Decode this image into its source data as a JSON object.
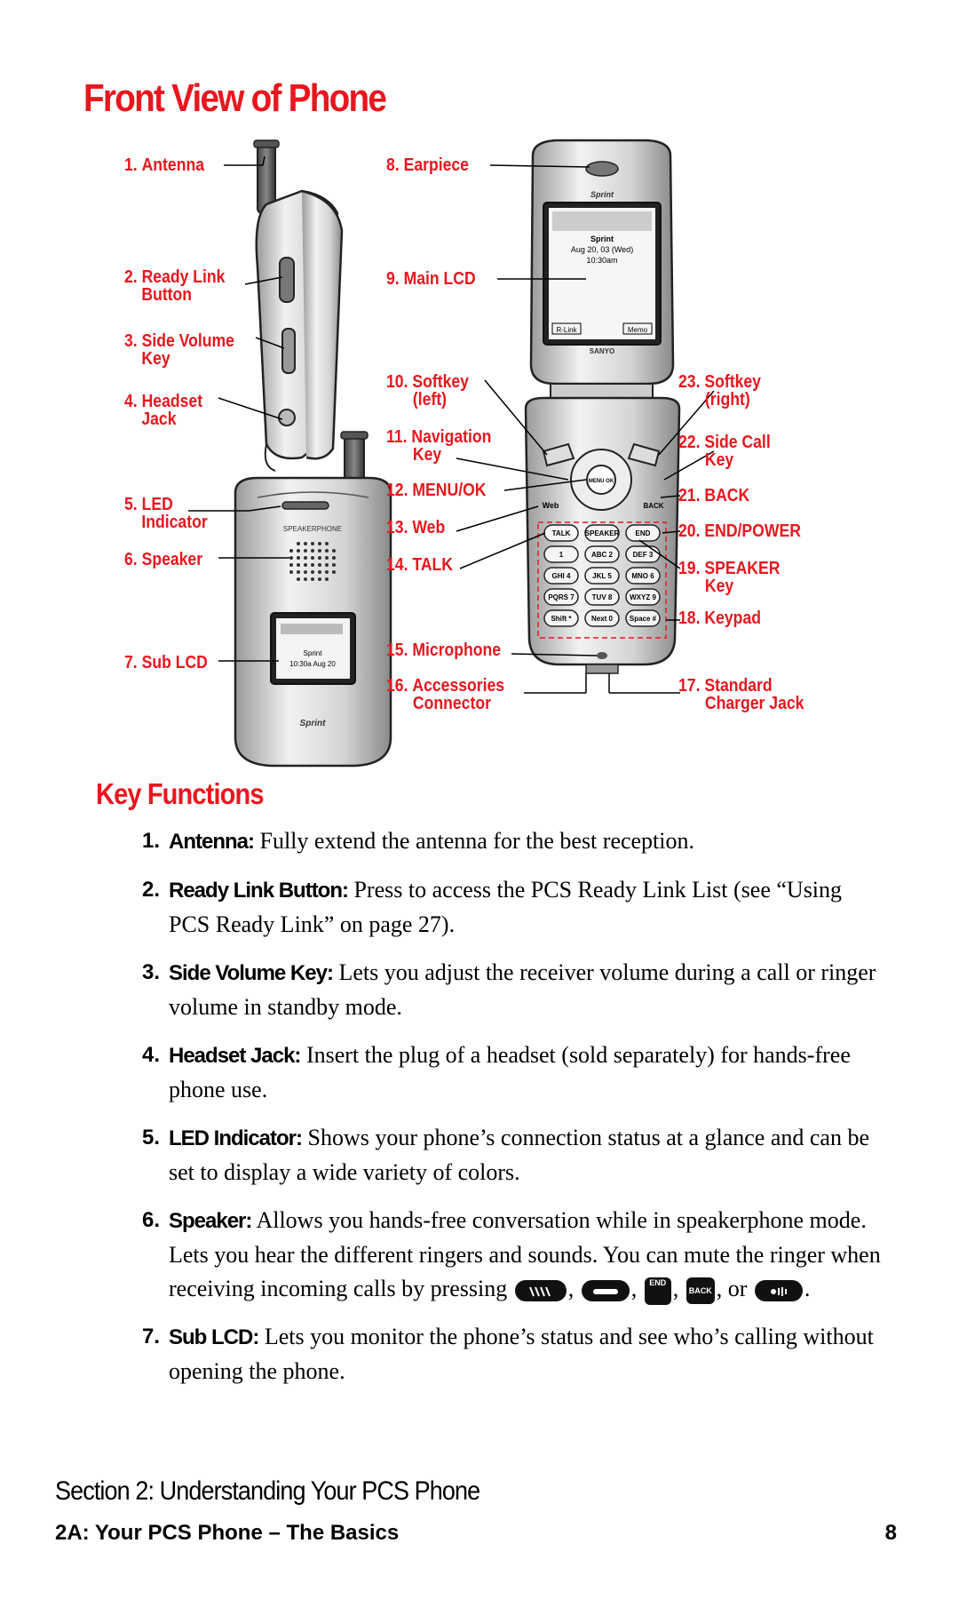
{
  "title": "Front View of Phone",
  "diagram": {
    "side_phone_labels": [
      {
        "num": "1.",
        "line1": "Antenna",
        "line2": ""
      },
      {
        "num": "2.",
        "line1": "Ready Link",
        "line2": "Button"
      },
      {
        "num": "3.",
        "line1": "Side Volume",
        "line2": "Key"
      },
      {
        "num": "4.",
        "line1": "Headset",
        "line2": "Jack"
      },
      {
        "num": "5.",
        "line1": "LED",
        "line2": "Indicator"
      },
      {
        "num": "6.",
        "line1": "Speaker",
        "line2": ""
      },
      {
        "num": "7.",
        "line1": "Sub LCD",
        "line2": ""
      }
    ],
    "open_phone_left_labels": [
      {
        "num": "8.",
        "line1": "Earpiece",
        "line2": ""
      },
      {
        "num": "9.",
        "line1": "Main LCD",
        "line2": ""
      },
      {
        "num": "10.",
        "line1": "Softkey",
        "line2": "(left)"
      },
      {
        "num": "11.",
        "line1": "Navigation",
        "line2": "Key"
      },
      {
        "num": "12.",
        "line1": "MENU/OK",
        "line2": ""
      },
      {
        "num": "13.",
        "line1": "Web",
        "line2": ""
      },
      {
        "num": "14.",
        "line1": "TALK",
        "line2": ""
      },
      {
        "num": "15.",
        "line1": "Microphone",
        "line2": ""
      },
      {
        "num": "16.",
        "line1": "Accessories",
        "line2": "Connector"
      }
    ],
    "open_phone_right_labels": [
      {
        "num": "23.",
        "line1": "Softkey",
        "line2": "(right)"
      },
      {
        "num": "22.",
        "line1": "Side Call",
        "line2": "Key"
      },
      {
        "num": "21.",
        "line1": "BACK",
        "line2": ""
      },
      {
        "num": "20.",
        "line1": "END/POWER",
        "line2": ""
      },
      {
        "num": "19.",
        "line1": "SPEAKER",
        "line2": "Key"
      },
      {
        "num": "18.",
        "line1": "Keypad",
        "line2": ""
      },
      {
        "num": "17.",
        "line1": "Standard",
        "line2": "Charger Jack"
      }
    ],
    "main_screen": {
      "carrier": "Sprint",
      "date": "Aug 20, 03 (Wed)",
      "time": "10:30am",
      "softkey_left": "R-Link",
      "softkey_right": "Memo",
      "brand_top": "Sprint",
      "brand_bottom": "SANYO"
    },
    "sub_screen": {
      "carrier": "Sprint",
      "time_date": "10:30a Aug 20"
    },
    "closed_phone": {
      "speaker_text": "SPEAKERPHONE",
      "brand": "Sprint"
    },
    "keypad_keys": [
      "TALK",
      "SPEAKER",
      "END",
      "1",
      "ABC 2",
      "DEF 3",
      "GHI 4",
      "JKL 5",
      "MNO 6",
      "PQRS 7",
      "TUV 8",
      "WXYZ 9",
      "Shift *",
      "Next 0",
      "Space #"
    ],
    "nav_keys": {
      "center": "MENU OK",
      "web": "Web",
      "back": "BACK"
    }
  },
  "section_heading": "Key Functions",
  "functions": [
    {
      "num": "1.",
      "term": "Antenna:",
      "text": " Fully extend the antenna for the best reception."
    },
    {
      "num": "2.",
      "term": "Ready Link Button:",
      "text": " Press to access the PCS Ready Link List (see “Using PCS Ready Link” on page 27)."
    },
    {
      "num": "3.",
      "term": "Side Volume Key:",
      "text": " Lets you adjust the receiver volume during a call or ringer volume in standby mode."
    },
    {
      "num": "4.",
      "term": "Headset Jack:",
      "text": " Insert the plug of a headset (sold separately) for hands-free phone use."
    },
    {
      "num": "5.",
      "term": "LED Indicator:",
      "text": " Shows your phone’s connection status at a glance and can be set to display a wide variety of colors."
    },
    {
      "num": "6.",
      "term": "Speaker:",
      "text": " Allows you hands-free conversation while in speakerphone mode. Lets you hear the different ringers and sounds. You can mute the ringer when receiving incoming calls by pressing"
    },
    {
      "num": "7.",
      "term": "Sub LCD:",
      "text": " Lets you monitor the phone’s status and see who’s calling without opening the phone."
    }
  ],
  "speaker_icons": {
    "icon1": "volume-down-icon",
    "icon2": "side-key-icon",
    "icon3_label": "END",
    "icon4_label": "BACK",
    "icon5": "side-call-key-icon",
    "sep": ",",
    "or": ", or",
    "end": "."
  },
  "footer": {
    "section": "Section 2: Understanding Your PCS Phone",
    "chapter": "2A: Your PCS Phone – The Basics",
    "page": "8"
  },
  "colors": {
    "accent": "#e8171e",
    "text": "#000000"
  }
}
